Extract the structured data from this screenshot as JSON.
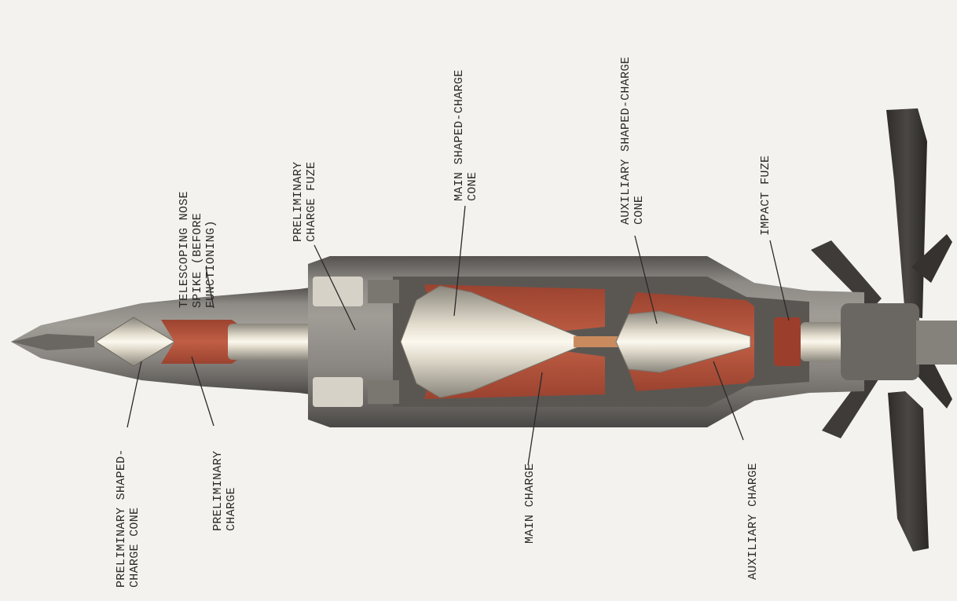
{
  "labels": {
    "telescoping_nose_spike": [
      "TELESCOPING NOSE",
      "SPIKE (BEFORE",
      "FUNCTIONING)"
    ],
    "preliminary_charge_fuze": [
      "PRELIMINARY",
      "CHARGE FUZE"
    ],
    "main_shaped_charge_cone": [
      "MAIN SHAPED-CHARGE",
      "CONE"
    ],
    "auxiliary_shaped_charge_cone": [
      "AUXILIARY SHAPED-CHARGE",
      "CONE"
    ],
    "impact_fuze": [
      "IMPACT FUZE"
    ],
    "preliminary_shaped_charge_cone": [
      "PRELIMINARY SHAPED-",
      "CHARGE CONE"
    ],
    "preliminary_charge": [
      "PRELIMINARY",
      "CHARGE"
    ],
    "main_charge": [
      "MAIN CHARGE"
    ],
    "auxiliary_charge": [
      "AUXILIARY CHARGE"
    ]
  },
  "colors": {
    "background": "#f3f2ee",
    "casing": "#6f6c68",
    "casing_dark": "#4a4846",
    "explosive": "#b5533a",
    "cone_metal": "#d8d2c2",
    "fins": "#3b3836",
    "text": "#2a2a2a"
  }
}
